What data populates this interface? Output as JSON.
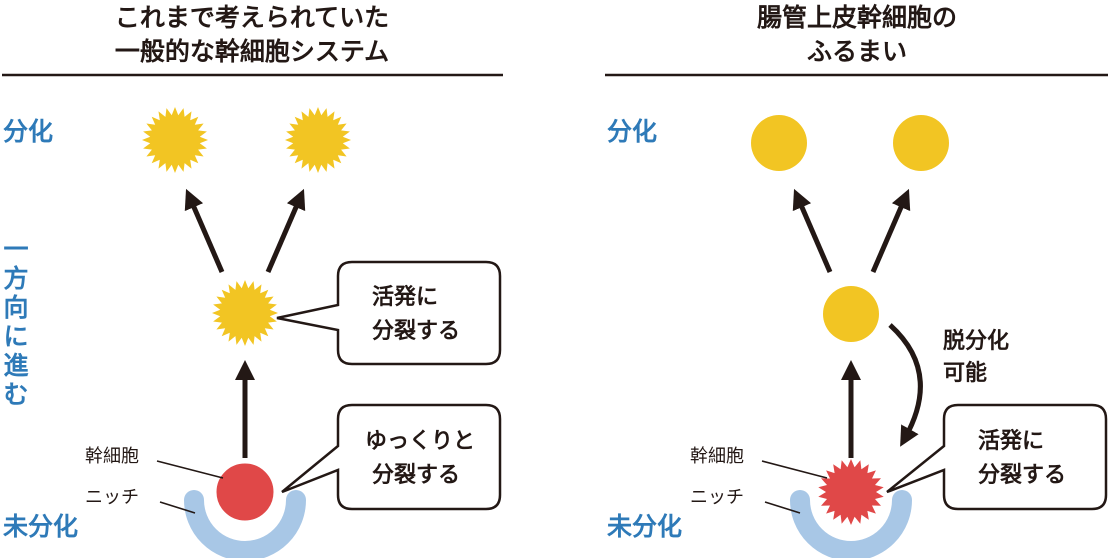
{
  "left_panel": {
    "title_line1": "これまで考えられていた",
    "title_line2": "一般的な幹細胞システム",
    "label_differentiated": "分化",
    "label_undifferentiated": "未分化",
    "direction_chars": [
      "一",
      "方",
      "向",
      "に",
      "進",
      "む"
    ],
    "bubble_active": [
      "活発に",
      "分裂する"
    ],
    "bubble_slow": [
      "ゆっくりと",
      "分裂する"
    ],
    "label_stem_cell": "幹細胞",
    "label_niche": "ニッチ"
  },
  "right_panel": {
    "title_line1": "腸管上皮幹細胞の",
    "title_line2": "ふるまい",
    "label_differentiated": "分化",
    "label_undifferentiated": "未分化",
    "dedifferentiation": [
      "脱分化",
      "可能"
    ],
    "bubble_active": [
      "活発に",
      "分裂する"
    ],
    "label_stem_cell": "幹細胞",
    "label_niche": "ニッチ"
  },
  "colors": {
    "differentiated_cell": "#f2c523",
    "stem_cell": "#e04848",
    "niche": "#a8c7e6",
    "accent_text": "#2e7ab8",
    "ink": "#231815"
  }
}
